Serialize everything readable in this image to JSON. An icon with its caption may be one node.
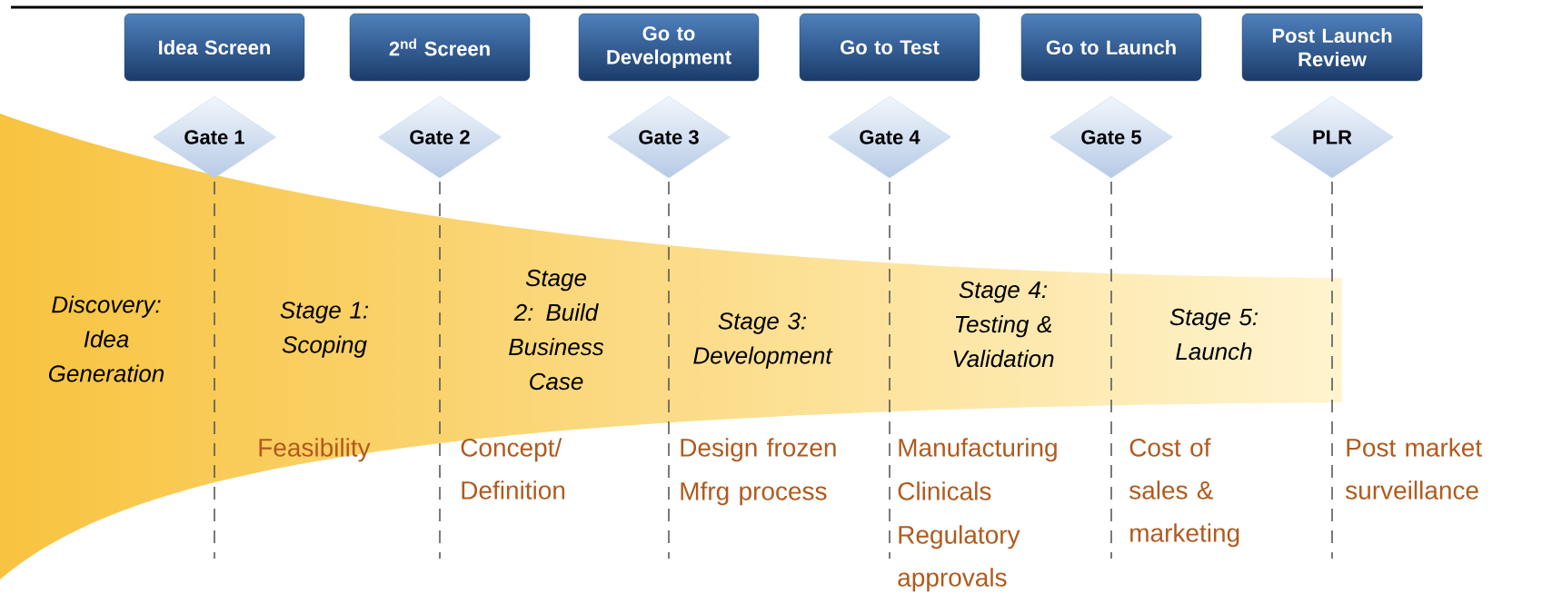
{
  "diagram": {
    "nodes": [
      {
        "text": [
          "Idea Screen"
        ]
      },
      {
        "text": [
          "2$^{nd}$ Screen"
        ]
      },
      {
        "text": [
          "Go to Development"
        ]
      },
      {
        "text": [
          "Go to Test"
        ]
      },
      {
        "text": [
          "Go to Launch"
        ]
      },
      {
        "text": [
          "Post Launch Review"
        ]
      },
      {
        "text": [
          "Gate 1"
        ]
      },
      {
        "text": [
          "Gate 2"
        ]
      },
      {
        "text": [
          "Gate 3"
        ]
      },
      {
        "text": [
          "Gate 4"
        ]
      },
      {
        "text": [
          "Gate 5"
        ]
      },
      {
        "text": [
          "PLR"
        ]
      }
    ],
    "labels": [
      "Discovery: Idea Generation",
      "Stage 1: Scoping",
      "Stage 2: Build Business Case",
      "Stage 3: Development",
      "Stage 4: Testing & Validation",
      "Stage 5: Launch",
      "Feasibility",
      "Concept/ Definition",
      "Design frozen",
      "Mfrg process",
      "Manufacturing",
      "Clinicals",
      "Regulatory approvals",
      "Cost of sales & marketing",
      "Post market surveillance"
    ]
  }
}
